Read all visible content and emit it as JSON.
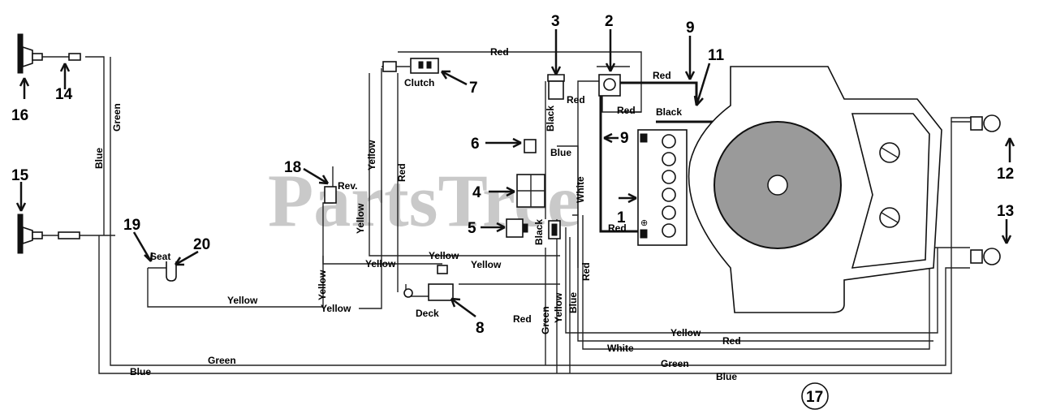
{
  "watermark": "PartsTree",
  "callouts": {
    "c1": "1",
    "c2": "2",
    "c3": "3",
    "c4": "4",
    "c5": "5",
    "c6": "6",
    "c7": "7",
    "c8": "8",
    "c9a": "9",
    "c9b": "9",
    "c11": "11",
    "c12": "12",
    "c13": "13",
    "c14": "14",
    "c15": "15",
    "c16": "16",
    "c17": "17",
    "c18": "18",
    "c19": "19",
    "c20": "20"
  },
  "component_labels": {
    "clutch": "Clutch",
    "rev": "Rev.",
    "seat": "Seat",
    "deck": "Deck"
  },
  "wire_labels": {
    "red_top": "Red",
    "red_sol": "Red",
    "red_2a": "Red",
    "red_2b": "Red",
    "black_bat": "Black",
    "black_3": "Black",
    "blue_6": "Blue",
    "white_v": "White",
    "red_v": "Red",
    "black_5": "Black",
    "red_bat": "Red",
    "green_left": "Green",
    "blue_left": "Blue",
    "yellow_v1": "Yellow",
    "yellow_v2": "Yellow",
    "yellow_h1": "Yellow",
    "yellow_h2": "Yellow",
    "yellow_v3": "Yellow",
    "yellow_seat": "Yellow",
    "yellow_low": "Yellow",
    "red_deck": "Red",
    "red_rv": "Red",
    "green_v": "Green",
    "yellow_v4": "Yellow",
    "blue_v": "Blue",
    "yellow_bottom": "Yellow",
    "red_bottom": "Red",
    "white_bottom": "White",
    "green_bottom1": "Green",
    "green_bottom2": "Green",
    "blue_bottom1": "Blue",
    "blue_bottom2": "Blue"
  }
}
